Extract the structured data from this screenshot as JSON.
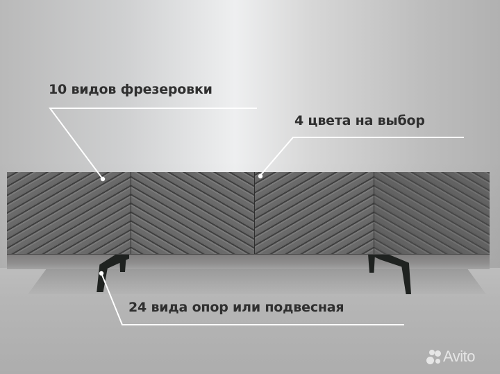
{
  "image": {
    "description": "Grey TV cabinet with diagonal milled fronts on black angled legs, with feature callouts",
    "colors": {
      "wall": "#d8d9da",
      "floor": "#b5b5b5",
      "cabinet": "#676767",
      "legs": "#1f2220",
      "label_text": "#2f2f2f",
      "callout_line": "#ffffff",
      "watermark": "#e6e6e6"
    }
  },
  "callouts": [
    {
      "id": "milling",
      "text": "10 видов фрезеровки"
    },
    {
      "id": "colors",
      "text": "4 цвета на выбор"
    },
    {
      "id": "legs",
      "text": "24 вида опор или подвесная"
    }
  ],
  "watermark": {
    "text": "Avito",
    "icon": "avito-dots-icon"
  },
  "cabinet": {
    "panels": 4,
    "pattern": "diagonal-chevron-milling"
  }
}
